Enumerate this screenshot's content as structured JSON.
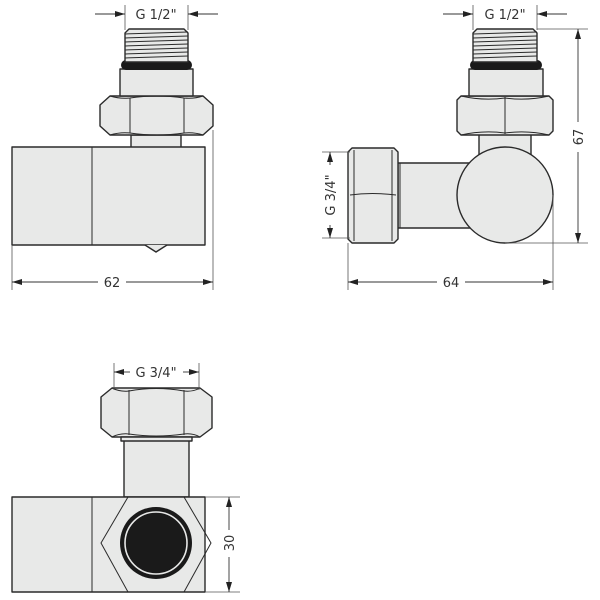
{
  "drawing": {
    "title": "Radiator valve (angle) technical drawing",
    "colors": {
      "part_fill": "#e8e9e8",
      "outline": "#2a2a2a",
      "seal": "#1a1a1a",
      "background": "#ffffff"
    },
    "views": [
      {
        "name": "front-view",
        "dimensions": {
          "thread_label": "G 1/2\"",
          "width_label": "62"
        }
      },
      {
        "name": "side-view",
        "dimensions": {
          "thread_label": "G 1/2\"",
          "inlet_label": "G 3/4\"",
          "height_label": "67",
          "width_label": "64"
        }
      },
      {
        "name": "bottom-view",
        "dimensions": {
          "nut_label": "G 3/4\"",
          "height_label": "30"
        }
      }
    ]
  }
}
